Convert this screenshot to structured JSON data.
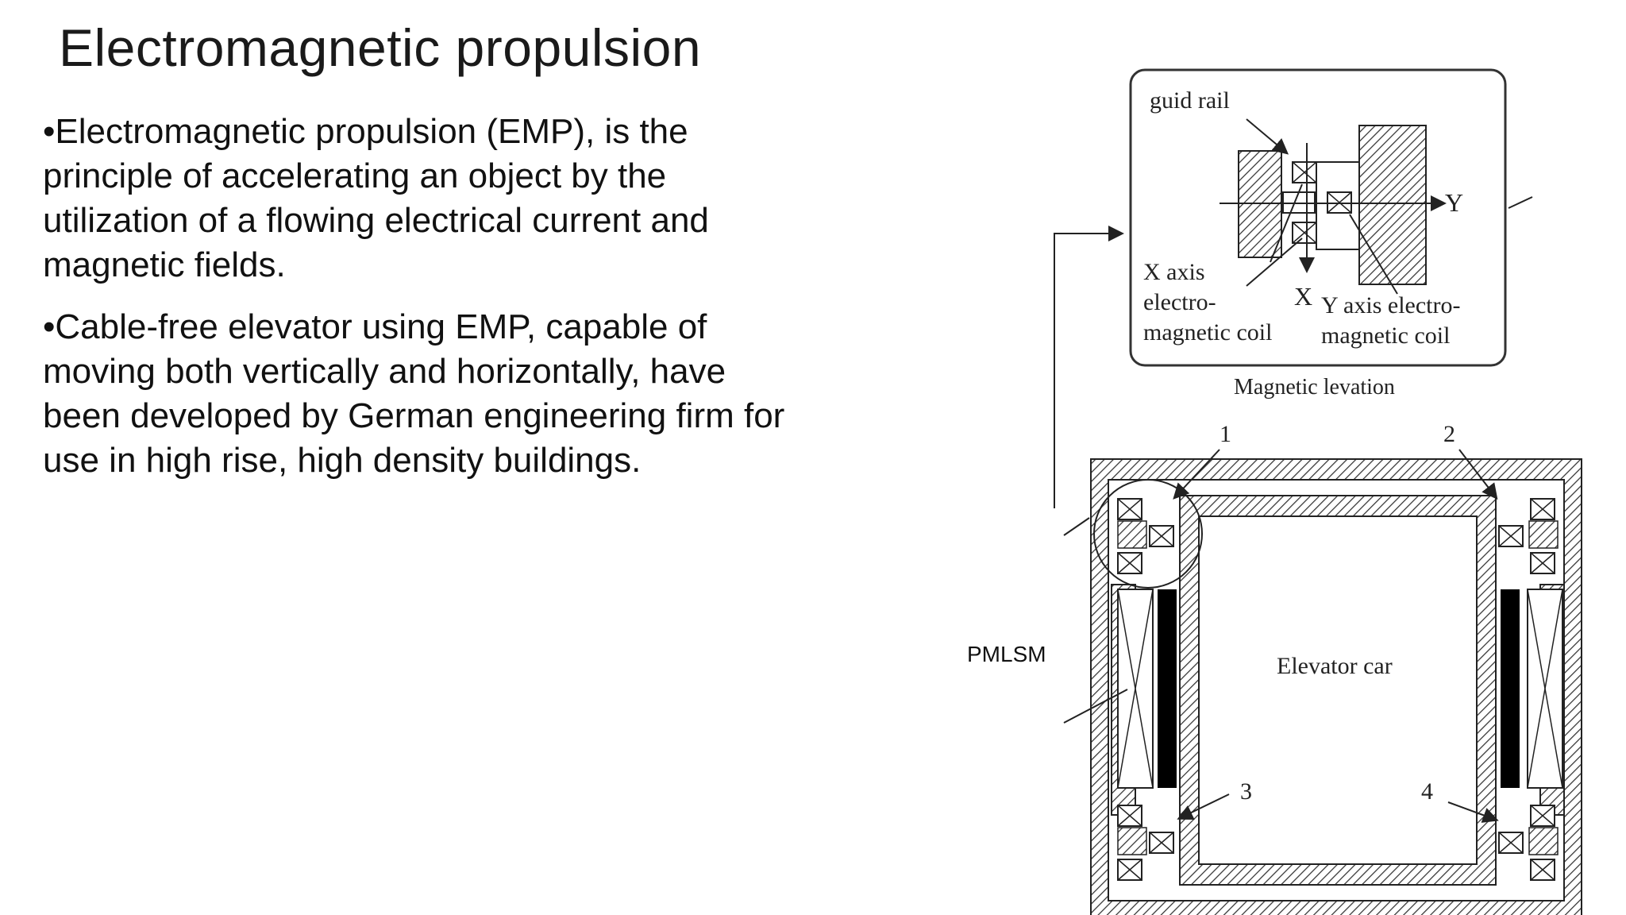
{
  "slide": {
    "title": "Electromagnetic propulsion",
    "bullets": [
      {
        "mark": "•",
        "text": "Electromagnetic propulsion (EMP), is the principle of accelerating an object by the utilization of a flowing electrical current and magnetic fields."
      },
      {
        "mark": "•",
        "text": "Cable-free elevator using EMP, capable of moving both vertically and horizontally, have been developed by German engineering firm for use in high rise, high density buildings."
      }
    ]
  },
  "figure": {
    "side_label": "PMLSM",
    "inset": {
      "guide_rail": "guid rail",
      "y_axis": "Y",
      "x_axis": "X",
      "x_coil_line1": "X axis",
      "x_coil_line2": "electro-",
      "x_coil_line3": "magnetic coil",
      "y_coil_line1": "Y axis electro-",
      "y_coil_line2": "magnetic coil",
      "caption": "Magnetic levation"
    },
    "main": {
      "car_label": "Elevator car",
      "callouts": [
        "1",
        "2",
        "3",
        "4"
      ]
    }
  }
}
